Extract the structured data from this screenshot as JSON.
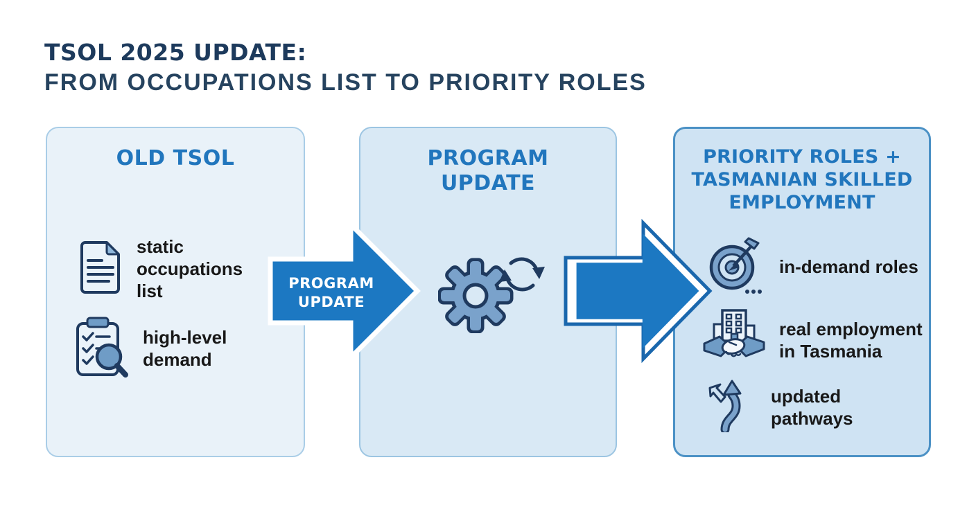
{
  "title": {
    "line1": "TSOL 2025 UPDATE:",
    "line2": "FROM OCCUPATIONS LIST TO PRIORITY ROLES"
  },
  "panels": [
    {
      "title": "OLD TSOL",
      "items": [
        {
          "icon": "document-icon",
          "label": "static\noccupations\nlist"
        },
        {
          "icon": "clipboard-search-icon",
          "label": "high-level\ndemand"
        }
      ]
    },
    {
      "title": "PROGRAM\nUPDATE",
      "items": [
        {
          "icon": "gear-sync-icon",
          "label": ""
        }
      ]
    },
    {
      "title": "PRIORITY ROLES +\nTASMANIAN SKILLED\nEMPLOYMENT",
      "items": [
        {
          "icon": "target-dart-icon",
          "label": "in-demand roles"
        },
        {
          "icon": "building-handshake-icon",
          "label": "real employment\nin Tasmania"
        },
        {
          "icon": "path-arrows-icon",
          "label": "updated\npathways"
        }
      ]
    }
  ],
  "arrows": [
    {
      "label": "PROGRAM\nUPDATE"
    },
    {
      "label": ""
    }
  ],
  "colors": {
    "title_navy": "#1d3a5c",
    "panel_title_blue": "#2176bd",
    "arrow_blue": "#1c78c2",
    "arrow2_outline": "#1a67ad",
    "icon_navy": "#1f3a5f",
    "icon_steel_blue": "#7aa2cb",
    "panel1_bg": "#e9f2f9",
    "panel2_bg": "#d9e9f5",
    "panel3_bg": "#cfe3f3",
    "panel3_border": "#4b91c5"
  }
}
